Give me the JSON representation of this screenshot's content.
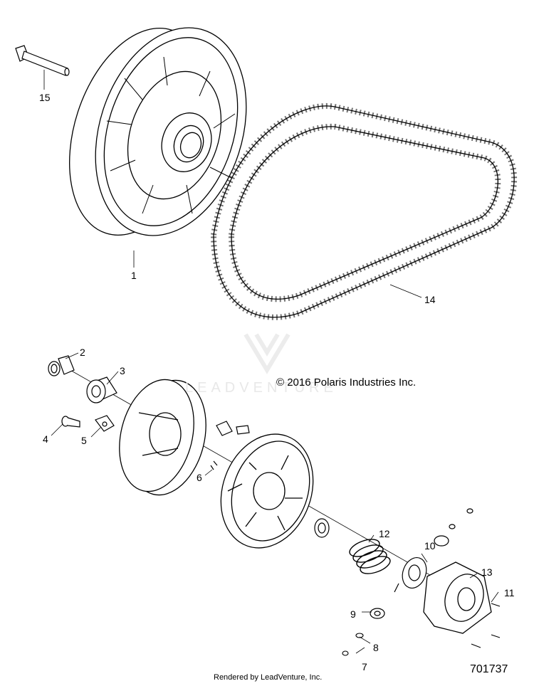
{
  "callouts": {
    "c1": "1",
    "c2": "2",
    "c3": "3",
    "c4": "4",
    "c5": "5",
    "c6": "6",
    "c7": "7",
    "c8": "8",
    "c9": "9",
    "c10": "10",
    "c11": "11",
    "c12": "12",
    "c13": "13",
    "c14": "14",
    "c15": "15"
  },
  "copyright": "© 2016 Polaris Industries Inc.",
  "rendered_by": "Rendered by LeadVenture, Inc.",
  "part_number": "701737",
  "watermark": "LEADVENTURE",
  "colors": {
    "line": "#000000",
    "background": "#ffffff",
    "watermark": "#e8e8e8"
  }
}
